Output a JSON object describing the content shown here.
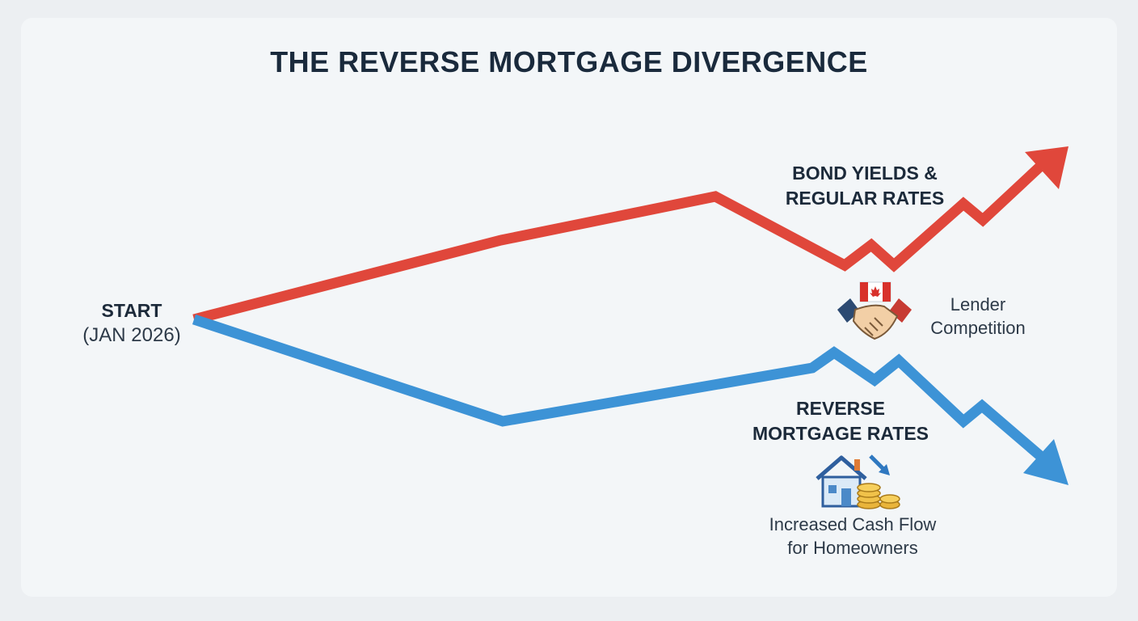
{
  "title": "THE REVERSE MORTGAGE DIVERGENCE",
  "start": {
    "label": "START",
    "date": "(JAN 2026)"
  },
  "series": [
    {
      "name": "BOND YIELDS & REGULAR RATES",
      "label_lines": [
        "BOND YIELDS &",
        "REGULAR RATES"
      ],
      "color": "#e0473b",
      "trend": "up"
    },
    {
      "name": "REVERSE MORTGAGE RATES",
      "label_lines": [
        "REVERSE",
        "MORTGAGE RATES"
      ],
      "color": "#3d93d6",
      "trend": "down"
    }
  ],
  "annotations": {
    "lender": {
      "lines": [
        "Lender",
        "Competition"
      ],
      "icon": "handshake-canada-flag-icon"
    },
    "cashflow": {
      "lines": [
        "Increased Cash Flow",
        "for Homeowners"
      ],
      "icon": "house-coins-icon"
    }
  },
  "colors": {
    "up_line": "#e0473b",
    "down_line": "#3d93d6",
    "text": "#1c2a3a",
    "background": "#f3f6f8"
  }
}
